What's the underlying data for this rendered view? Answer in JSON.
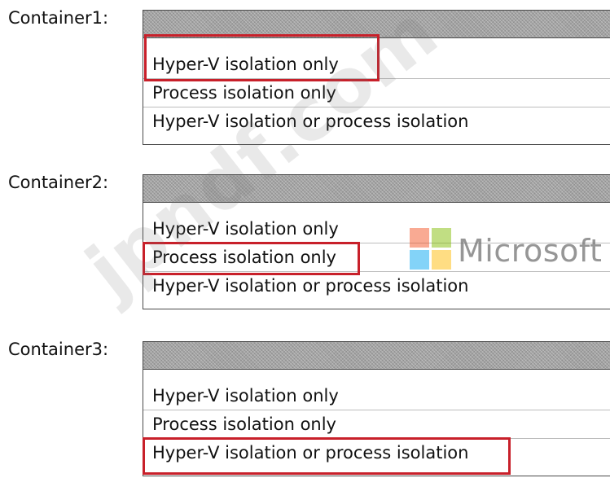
{
  "groups": [
    {
      "label": "Container1:",
      "options": [
        "Hyper-V isolation only",
        "Process isolation only",
        "Hyper-V isolation or process isolation"
      ],
      "selected_index": 0
    },
    {
      "label": "Container2:",
      "options": [
        "Hyper-V isolation only",
        "Process isolation only",
        "Hyper-V isolation or process isolation"
      ],
      "selected_index": 1
    },
    {
      "label": "Container3:",
      "options": [
        "Hyper-V isolation only",
        "Process isolation only",
        "Hyper-V isolation or process isolation"
      ],
      "selected_index": 2
    }
  ],
  "logo": {
    "text": "Microsoft",
    "icon": "microsoft-four-squares-icon",
    "colors": [
      "#f25022",
      "#7fba00",
      "#00a4ef",
      "#ffb900"
    ]
  },
  "watermark": {
    "text": "jpndf.com"
  },
  "colors": {
    "selection_outline": "#c8202a",
    "header_fill": "#a3a3a3",
    "border": "#4a4a4a"
  }
}
